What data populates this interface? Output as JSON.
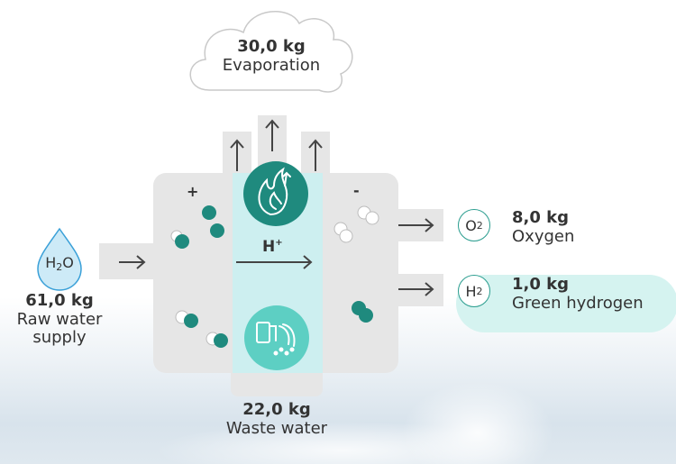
{
  "evaporation": {
    "amount": "30,0 kg",
    "label": "Evaporation"
  },
  "raw_water": {
    "formula_main": "H",
    "formula_sub": "2",
    "formula_tail": "O",
    "amount": "61,0 kg",
    "label_line1": "Raw water",
    "label_line2": "supply"
  },
  "oxygen": {
    "formula_main": "O",
    "formula_sub": "2",
    "amount": "8,0 kg",
    "label": "Oxygen"
  },
  "hydrogen": {
    "formula_main": "H",
    "formula_sub": "2",
    "amount": "1,0 kg",
    "label": "Green hydrogen"
  },
  "waste_water": {
    "amount": "22,0 kg",
    "label": "Waste water"
  },
  "cell": {
    "plus": "+",
    "minus": "-",
    "proton_main": "H",
    "proton_sup": "+"
  },
  "icons": {
    "top": "flame-water-icon",
    "bottom": "drain-pipe-icon"
  },
  "colors": {
    "teal": "#1f8a7e",
    "membrane": "#cdeff0",
    "cell": "#e6e6e6",
    "accent": "#2a9d8f"
  }
}
